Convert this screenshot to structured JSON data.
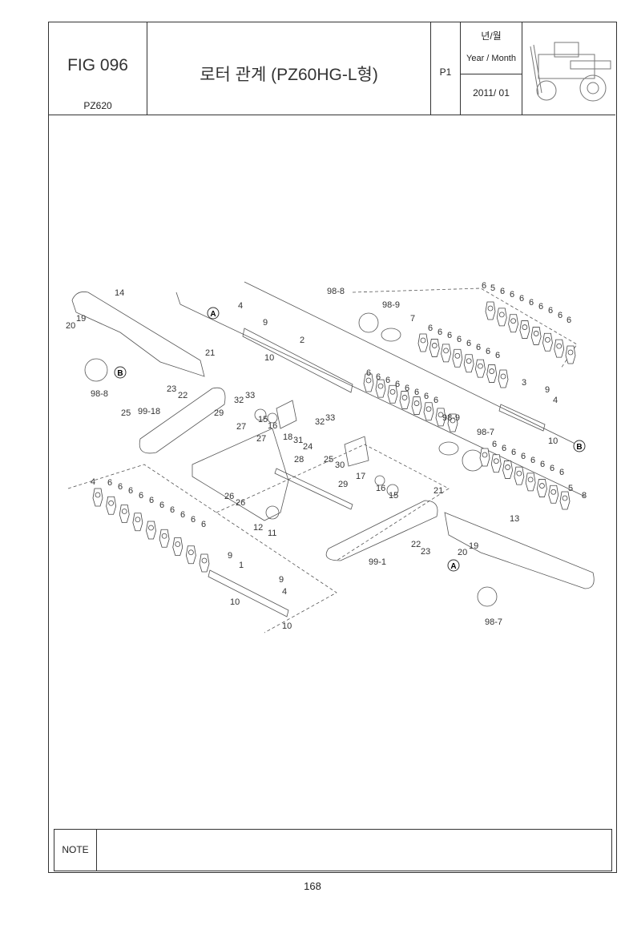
{
  "header": {
    "figure": "FIG 096",
    "model": "PZ620",
    "title": "로터 관계 (PZ60HG-L형)",
    "page_code": "P1",
    "year_month_kr": "년/월",
    "year_month_en": "Year / Month",
    "date": "2011/ 01"
  },
  "diagram": {
    "callouts": [
      "14",
      "20",
      "19",
      "98-8",
      "4",
      "9",
      "2",
      "10",
      "98-8",
      "98-9",
      "7",
      "21",
      "23",
      "22",
      "25",
      "99-18",
      "29",
      "32",
      "33",
      "15",
      "16",
      "18",
      "31",
      "24",
      "32",
      "33",
      "27",
      "27",
      "28",
      "26",
      "26",
      "29",
      "25",
      "30",
      "17",
      "16",
      "15",
      "12",
      "11",
      "98-9",
      "98-7",
      "3",
      "9",
      "4",
      "10",
      "5",
      "8",
      "13",
      "21",
      "22",
      "23",
      "20",
      "19",
      "98-7",
      "99-1",
      "4",
      "9",
      "1",
      "9",
      "4",
      "10",
      "10",
      "6",
      "5",
      "6",
      "6",
      "6",
      "6",
      "6",
      "6",
      "6",
      "6",
      "6",
      "6",
      "6",
      "6",
      "6",
      "6",
      "6",
      "6",
      "6",
      "6",
      "6",
      "6",
      "6",
      "6",
      "6",
      "6",
      "6",
      "6",
      "6",
      "6",
      "6",
      "6",
      "6",
      "6",
      "6",
      "6",
      "6",
      "6",
      "6",
      "6",
      "6",
      "6",
      "6",
      "6"
    ],
    "markers": [
      "A",
      "B",
      "A",
      "B"
    ]
  },
  "note": {
    "label": "NOTE"
  },
  "footer": {
    "page_number": "168"
  }
}
